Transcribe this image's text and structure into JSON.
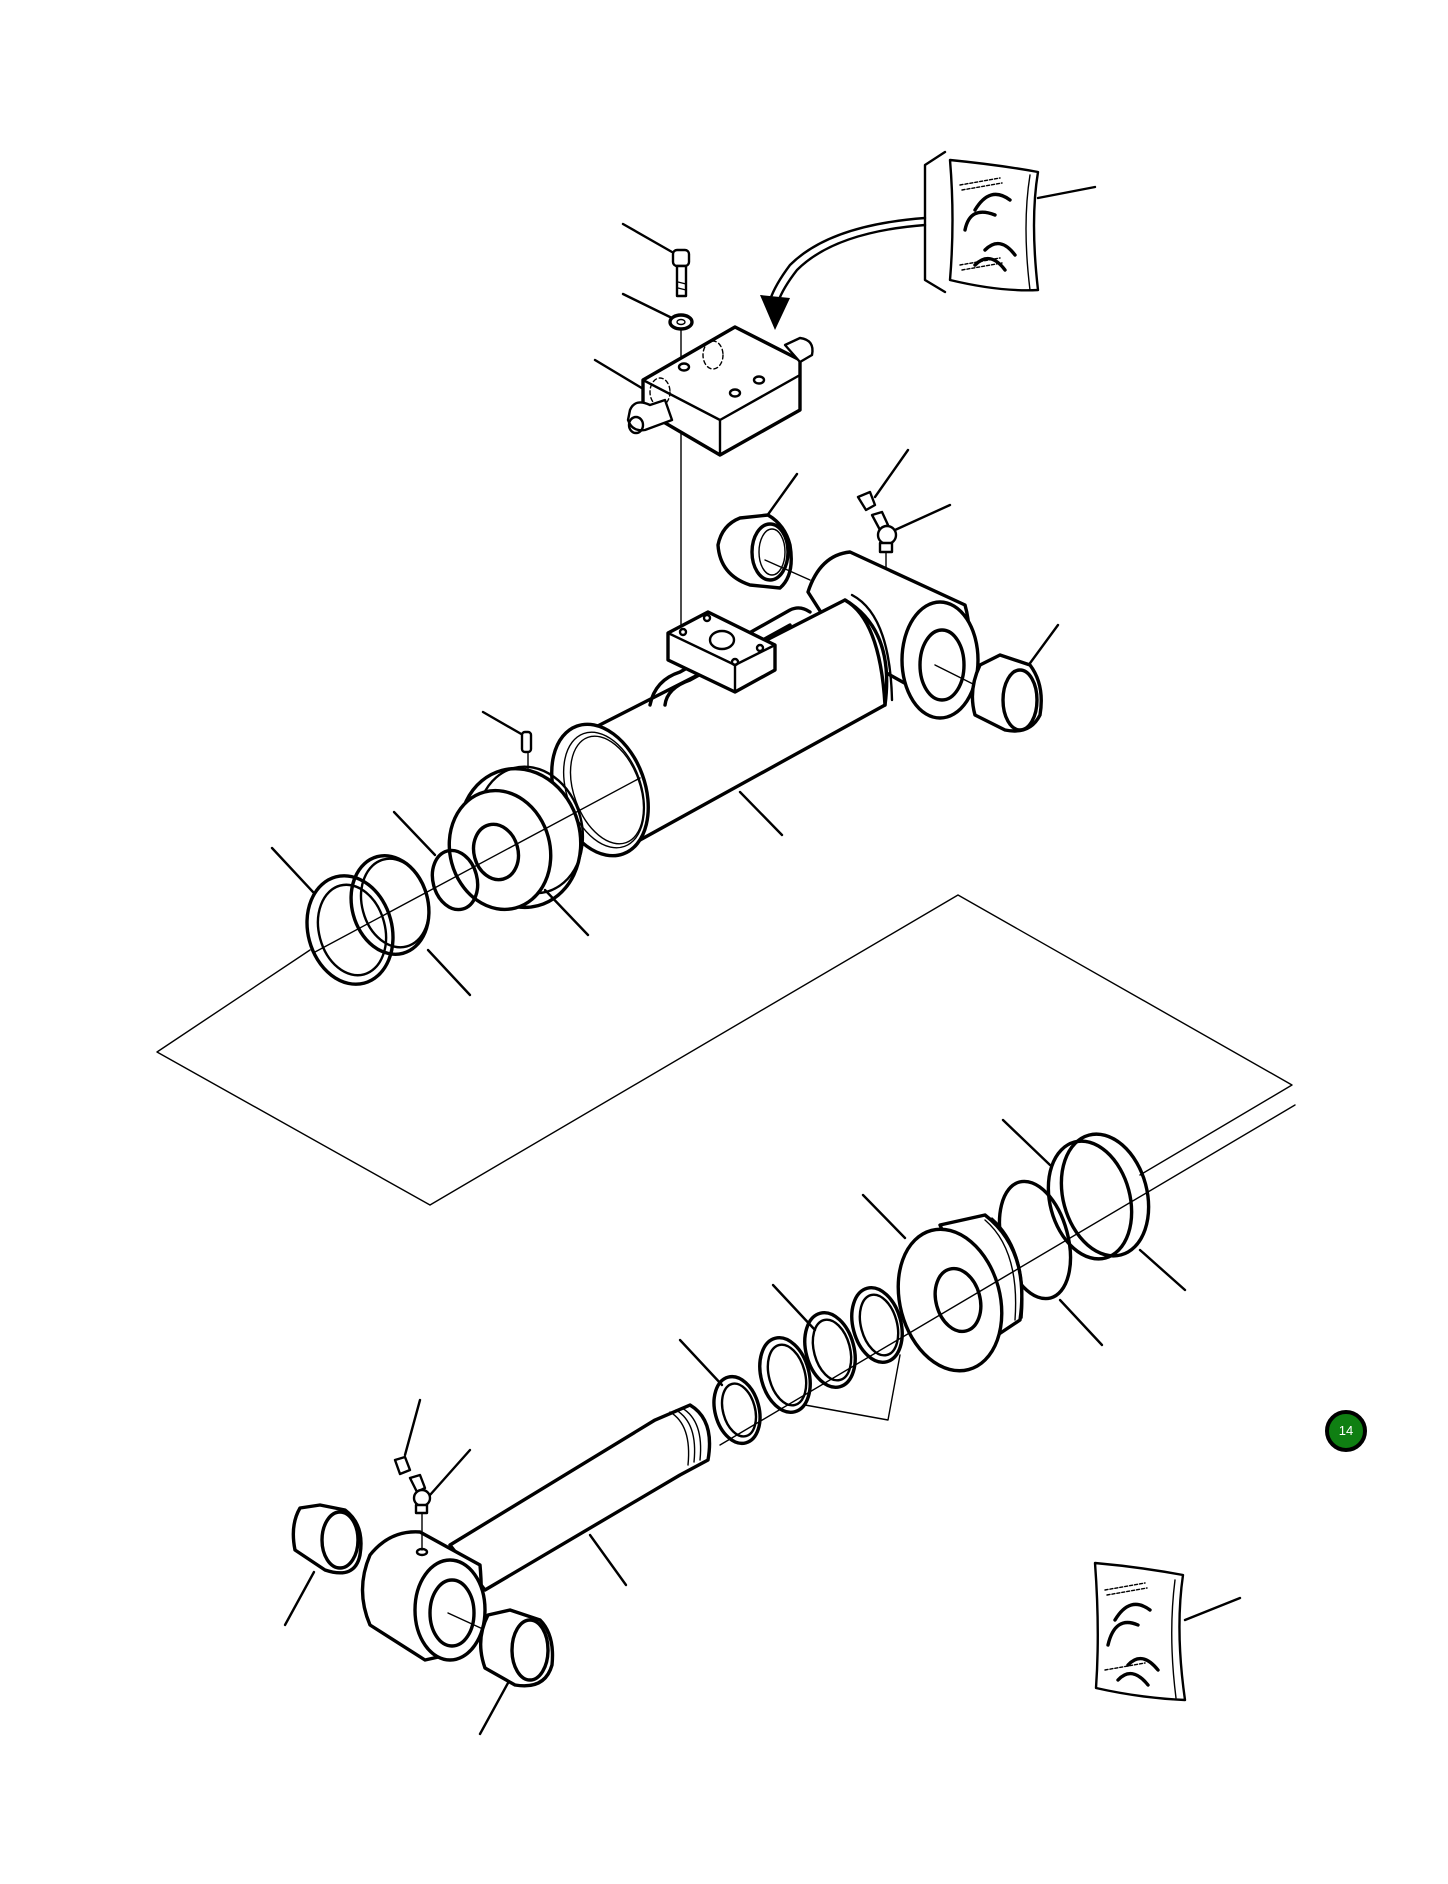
{
  "diagram": {
    "subject": "Hydraulic cylinder exploded parts view",
    "page_badge": {
      "label": "14",
      "color": "#0f7f12"
    },
    "parts": [
      {
        "name": "seal-kit",
        "position": "top-right"
      },
      {
        "name": "cap-screw",
        "position": "top"
      },
      {
        "name": "washer",
        "position": "top"
      },
      {
        "name": "valve-block",
        "position": "top"
      },
      {
        "name": "grease-cap",
        "position": "upper-right"
      },
      {
        "name": "grease-fitting",
        "position": "upper-right"
      },
      {
        "name": "bushing",
        "position": "upper"
      },
      {
        "name": "bushing",
        "position": "upper-right"
      },
      {
        "name": "cylinder-barrel",
        "position": "middle"
      },
      {
        "name": "set-screw",
        "position": "middle-left"
      },
      {
        "name": "gland",
        "position": "middle-left"
      },
      {
        "name": "o-ring",
        "position": "middle-left"
      },
      {
        "name": "backup-ring",
        "position": "middle-left"
      },
      {
        "name": "wiper-seal",
        "position": "middle-left"
      },
      {
        "name": "piston",
        "position": "lower-right"
      },
      {
        "name": "piston-seal",
        "position": "lower-right"
      },
      {
        "name": "wear-ring",
        "position": "lower-right"
      },
      {
        "name": "rod-seal",
        "position": "lower-middle"
      },
      {
        "name": "wear-ring",
        "position": "lower-middle"
      },
      {
        "name": "wear-ring",
        "position": "lower-middle"
      },
      {
        "name": "nut-seal",
        "position": "lower-middle"
      },
      {
        "name": "piston-rod",
        "position": "bottom"
      },
      {
        "name": "grease-cap",
        "position": "bottom-left"
      },
      {
        "name": "grease-fitting",
        "position": "bottom-left"
      },
      {
        "name": "bushing",
        "position": "bottom-left"
      },
      {
        "name": "bushing",
        "position": "bottom"
      },
      {
        "name": "seal-kit",
        "position": "bottom-right"
      }
    ]
  }
}
